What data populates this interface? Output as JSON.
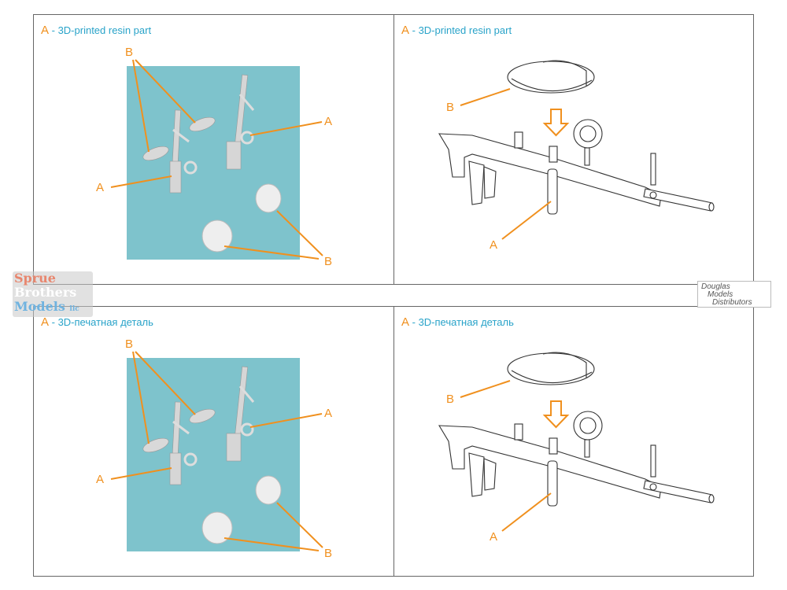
{
  "panels": {
    "top": {
      "left_title": {
        "letter": "A",
        "text": " - 3D-printed resin part"
      },
      "right_title": {
        "letter": "A",
        "text": " - 3D-printed resin part"
      }
    },
    "bottom": {
      "left_title": {
        "letter": "A",
        "text": " - 3D-печатная деталь"
      },
      "right_title": {
        "letter": "A",
        "text": " - 3D-печатная деталь"
      }
    }
  },
  "callouts": {
    "a": "A",
    "b": "B"
  },
  "watermarks": {
    "left": [
      "Sprue",
      "Brothers",
      "Models",
      "llc"
    ],
    "right": [
      "Douglas",
      "Models",
      "Distributors"
    ]
  },
  "colors": {
    "accent": "#f0901e",
    "title": "#29a3c9",
    "render_bg": "#7ec3cc"
  }
}
